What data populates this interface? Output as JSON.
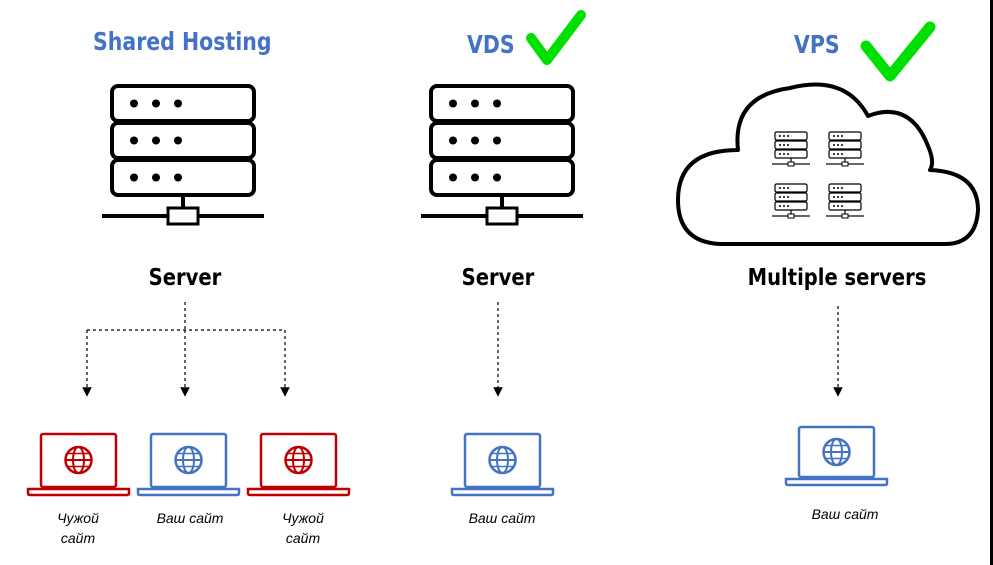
{
  "columns": {
    "shared": {
      "title": "Shared Hosting",
      "server_label": "Server",
      "sites": [
        "Чужой сайт",
        "Ваш сайт",
        "Чужой сайт"
      ]
    },
    "vds": {
      "title": "VDS",
      "server_label": "Server",
      "sites": [
        "Ваш сайт"
      ]
    },
    "vps": {
      "title": "VPS",
      "server_label": "Multiple servers",
      "sites": [
        "Ваш сайт"
      ]
    }
  },
  "colors": {
    "title": "#4472c4",
    "own_site": "#4472c4",
    "foreign_site": "#c00000",
    "check": "#00e000"
  },
  "icons": [
    "server-rack-icon",
    "checkmark-icon",
    "cloud-icon",
    "laptop-globe-icon"
  ]
}
